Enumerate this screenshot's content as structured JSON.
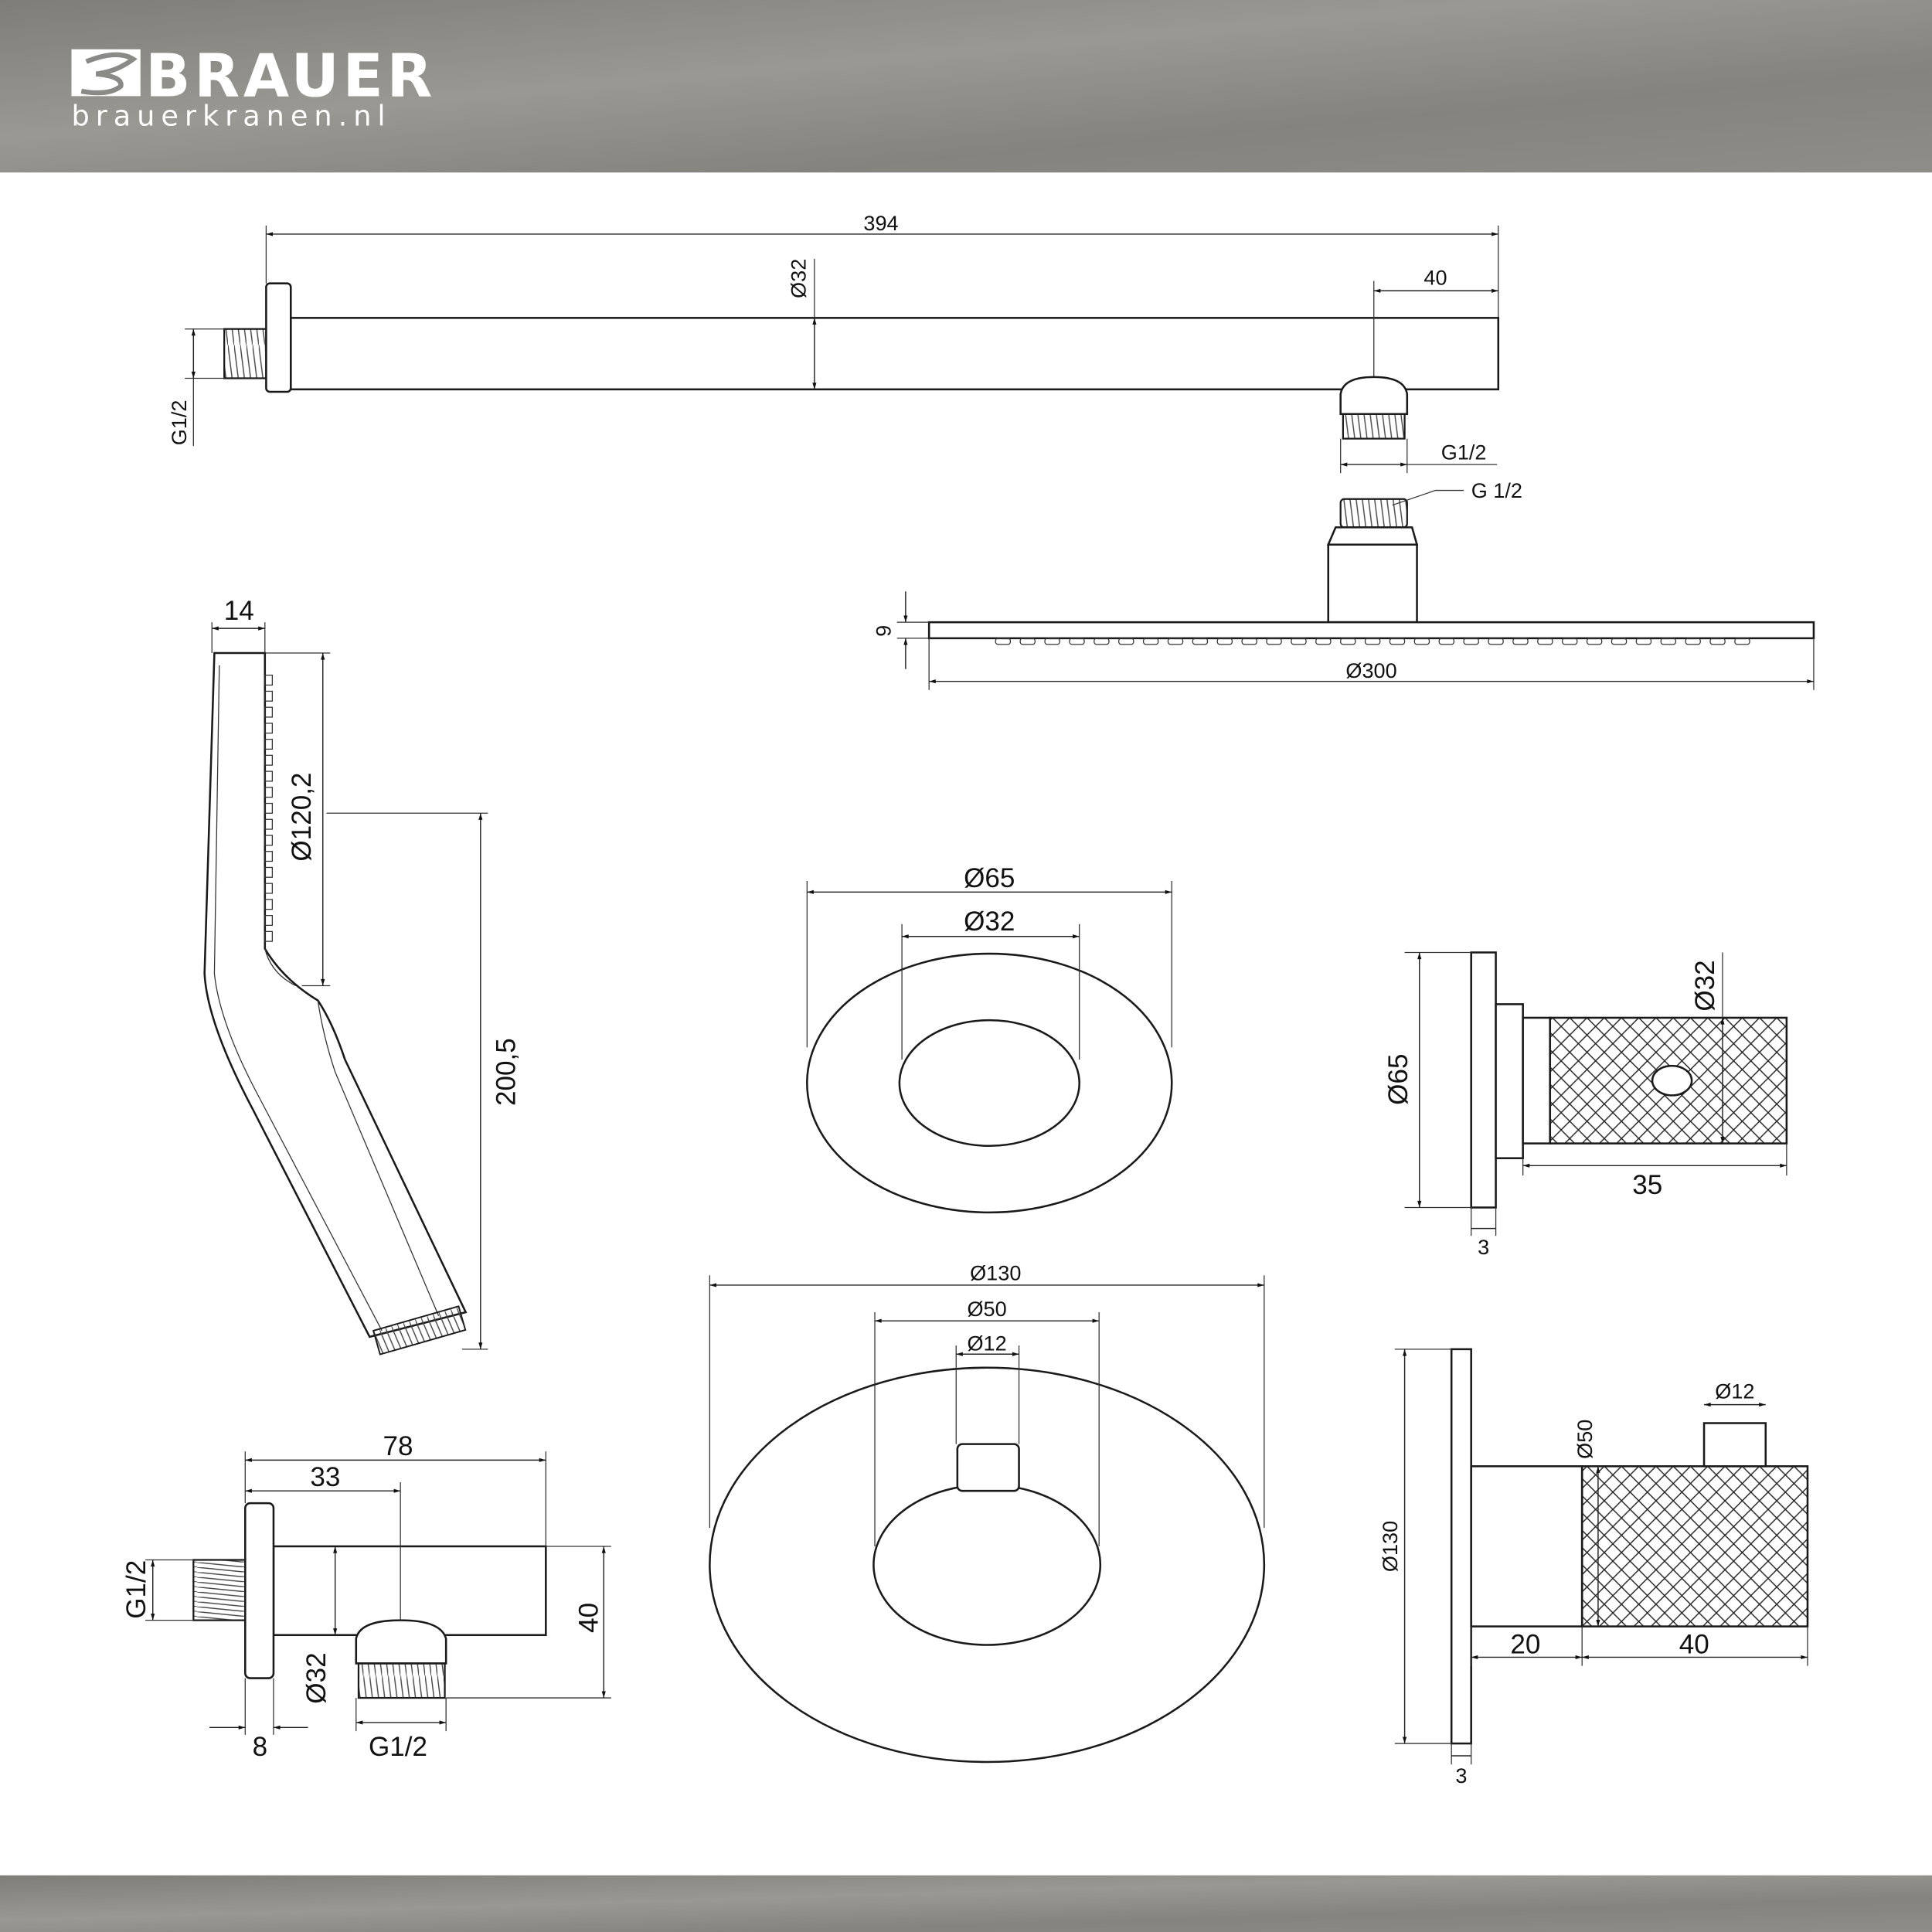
{
  "brand": {
    "name": "BRAUER",
    "url": "brauerkranen.nl"
  },
  "colors": {
    "header": "#8a8a86",
    "line": "#1a1a1a",
    "background": "#ffffff"
  },
  "shower_arm": {
    "length": "394",
    "diameter": "Ø32",
    "outlet_offset": "40",
    "wall_thread": "G1/2",
    "outlet_thread": "G1/2"
  },
  "shower_head": {
    "thread": "G 1/2",
    "thickness": "9",
    "diameter": "Ø300"
  },
  "hand_shower": {
    "head_width": "14",
    "head_diameter": "Ø120,2",
    "length": "200,5"
  },
  "stop_valve_front": {
    "plate_diameter": "Ø65",
    "knob_diameter": "Ø32"
  },
  "stop_valve_side": {
    "plate_diameter": "Ø65",
    "knob_diameter": "Ø32",
    "knob_length": "35",
    "plate_thickness": "3"
  },
  "thermostat_front": {
    "plate_diameter": "Ø130",
    "knob_diameter": "Ø50",
    "lever_diameter": "Ø12"
  },
  "thermostat_side": {
    "lever_diameter": "Ø12",
    "knob_diameter": "Ø50",
    "plate_diameter": "Ø130",
    "body_depth": "20",
    "knob_length": "40",
    "plate_thickness": "3"
  },
  "wall_outlet": {
    "length": "78",
    "outlet_offset": "33",
    "wall_thread": "G1/2",
    "height": "40",
    "diameter": "Ø32",
    "flange": "8",
    "outlet_thread": "G1/2"
  }
}
